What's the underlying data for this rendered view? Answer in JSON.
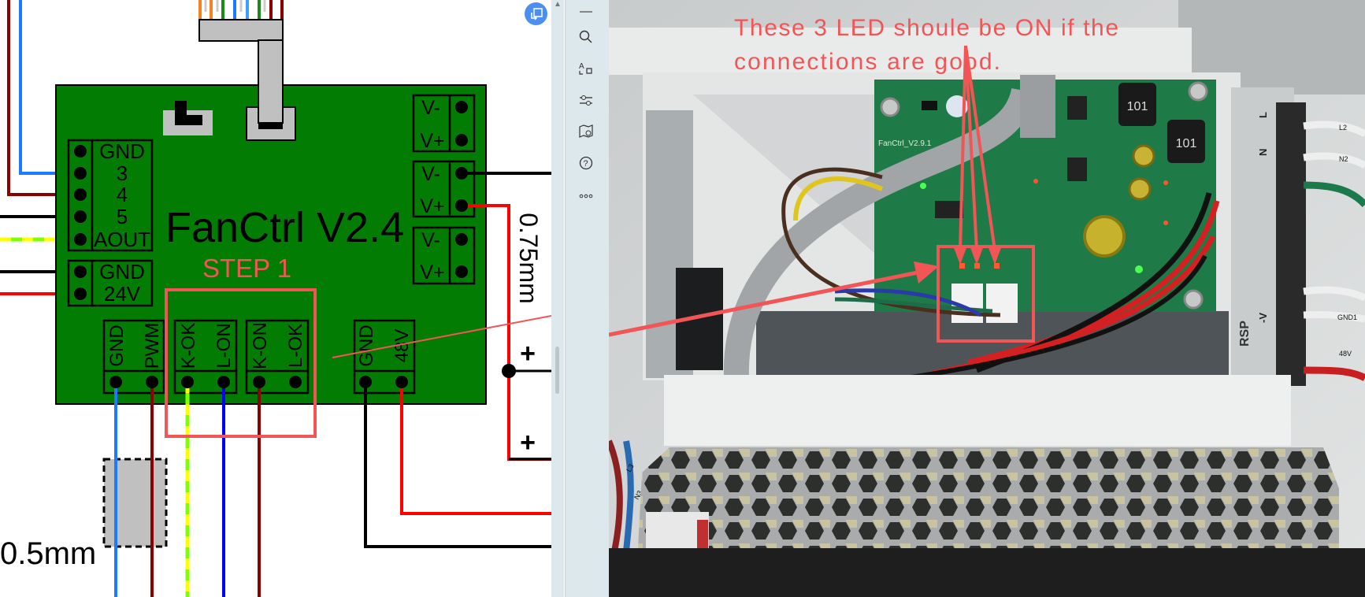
{
  "diagram": {
    "board_title": "FanCtrl V2.4",
    "step_label": "STEP 1",
    "left_block_labels": [
      "GND",
      "3",
      "4",
      "5",
      "AOUT"
    ],
    "power_block_labels": [
      "GND",
      "24V"
    ],
    "right_blocks": [
      {
        "top": "V-",
        "bottom": "V+"
      },
      {
        "top": "V-",
        "bottom": "V+"
      },
      {
        "top": "V-",
        "bottom": "V+"
      }
    ],
    "bottom_blocks": [
      {
        "left": "GND",
        "right": "PWM"
      },
      {
        "left": "K-OK",
        "right": "L-ON"
      },
      {
        "left": "K-ON",
        "right": "L-OK"
      },
      {
        "left": "GND",
        "right": "48V"
      }
    ],
    "wire_gauge_right": "0.75mm",
    "wire_gauge_left": "0.5mm",
    "plus_1": "+",
    "plus_2": "+"
  },
  "toolbar": {
    "icons": [
      "minimize-icon",
      "search-icon",
      "translate-icon",
      "adjust-icon",
      "read-mode-icon",
      "help-icon",
      "more-icon"
    ]
  },
  "photo": {
    "annotation_line1": "These 3 LED shoule be ON if the",
    "annotation_line2": "connections are good.",
    "inductor_label_1": "101",
    "inductor_label_2": "101",
    "psu_label": "RSP",
    "terminal_labels": [
      "L",
      "N",
      "-V"
    ],
    "wire_tags": [
      "L2",
      "N2",
      "GND1",
      "48V",
      "L3",
      "N3"
    ],
    "pcb_label": "FanCtrl_V2.9.1"
  },
  "colors": {
    "annotation": "#f25555",
    "board_green": "#037c03",
    "pcb_green": "#1e7a47"
  }
}
